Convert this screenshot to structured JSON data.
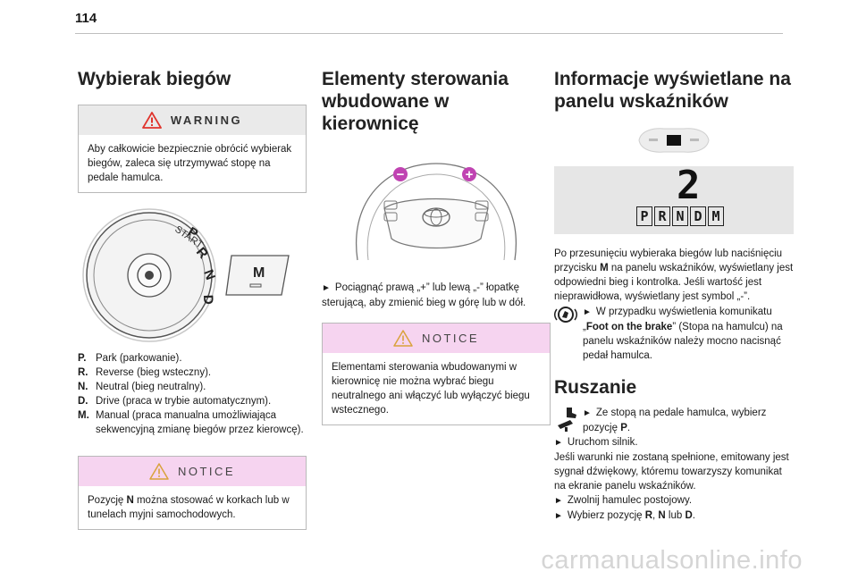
{
  "page": {
    "number": "114"
  },
  "col1": {
    "heading": "Wybierak biegów",
    "warning": {
      "label": "WARNING",
      "text": "Aby całkowicie bezpiecznie obrócić wybierak biegów, zaleca się utrzymywać stopę na pedale hamulca."
    },
    "figure": {
      "letters": [
        "P",
        "R",
        "N",
        "D"
      ],
      "start_label": "START",
      "m_label": "M"
    },
    "list": [
      {
        "key": "P.",
        "text": "Park (parkowanie)."
      },
      {
        "key": "R.",
        "text": "Reverse (bieg wsteczny)."
      },
      {
        "key": "N.",
        "text": "Neutral (bieg neutralny)."
      },
      {
        "key": "D.",
        "text": "Drive (praca w trybie automatycznym)."
      },
      {
        "key": "M.",
        "text": "Manual (praca manualna umożliwiająca sekwencyjną zmianę biegów przez kierowcę)."
      }
    ],
    "notice": {
      "label": "NOTICE",
      "t1": "Pozycję ",
      "b1": "N",
      "t2": " można stosować w korkach lub w tunelach myjni samochodowych."
    }
  },
  "col2": {
    "heading_line1": "Elementy sterowania",
    "heading_line2": "wbudowane w kierownicę",
    "figure": {
      "minus": "−",
      "plus": "+"
    },
    "instruction": "Pociągnąć prawą „+” lub lewą „-” łopatkę sterującą, aby zmienić bieg w górę lub w dół.",
    "arrow": "►",
    "notice": {
      "label": "NOTICE",
      "text": "Elementami sterowania wbudowanymi w kierownicę nie można wybrać biegu neutralnego ani włączyć lub wyłączyć biegu wstecznego."
    }
  },
  "col3": {
    "heading_line1": "Informacje wyświetlane na",
    "heading_line2": "panelu wskaźników",
    "display": {
      "gear_digit": "2",
      "letters": [
        "P",
        "R",
        "N",
        "D",
        "M"
      ]
    },
    "para1": "Po przesunięciu wybieraka biegów lub naciśnięciu przycisku ",
    "para1_bold": "M",
    "para1_rest": " na panelu wskaźników, wyświetlany jest odpowiedni bieg i kontrolka. Jeśli wartość jest nieprawidłowa, wyświetlany jest symbol „-”.",
    "foot_t1": "W przypadku wyświetlenia komunikatu „",
    "foot_bold": "Foot on the brake",
    "foot_t2": "” (Stopa na hamulcu) na panelu wskaźników należy mocno nacisnąć pedał hamulca.",
    "ruszanie": {
      "heading": "Ruszanie",
      "step1": "Ze stopą na pedale hamulca, wybierz pozycję ",
      "step1_bold": "P",
      "step1_end": ".",
      "step2": "Uruchom silnik.",
      "para": "Jeśli warunki nie zostaną spełnione, emitowany jest sygnał dźwiękowy, któremu towarzyszy komunikat na ekranie panelu wskaźników.",
      "step3": "Zwolnij hamulec postojowy.",
      "step4_t": "Wybierz pozycję ",
      "step4_b1": "R",
      "step4_c": ", ",
      "step4_b2": "N",
      "step4_lub": " lub ",
      "step4_b3": "D",
      "step4_end": "."
    }
  },
  "footer": {
    "watermark": "carmanualsonline.info"
  }
}
